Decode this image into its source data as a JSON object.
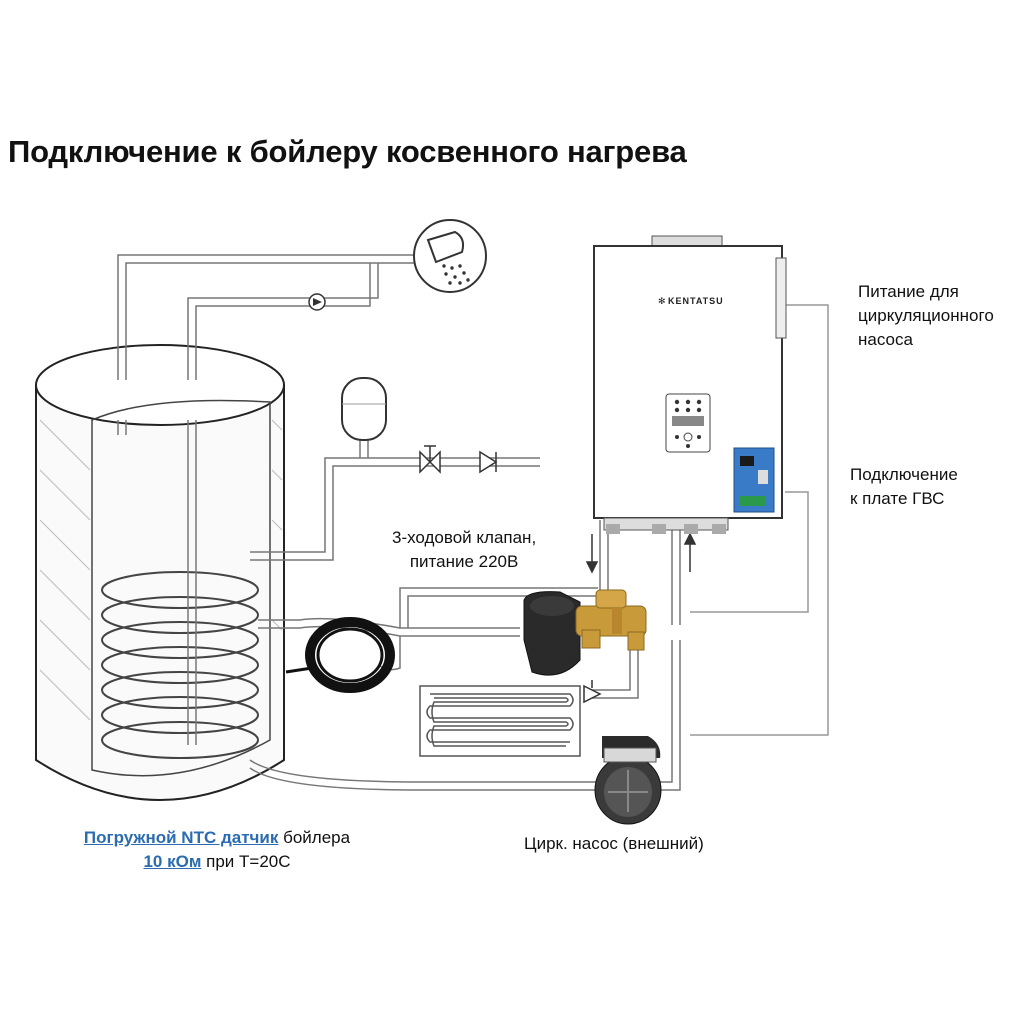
{
  "title": "Подключение к бойлеру косвенного нагрева",
  "boiler_brand": "KENTATSU",
  "labels": {
    "pump_power": [
      "Питание для",
      "циркуляционного",
      "насоса"
    ],
    "dhw_board": [
      "Подключение",
      "к плате ГВС"
    ],
    "valve": [
      "3-ходовой клапан,",
      "питание 220В"
    ],
    "sensor_link": "Погружной NTC датчик",
    "sensor_text": " бойлера",
    "sensor_value_link": "10 кОм",
    "sensor_value_text": " при T=20C",
    "circ_pump": "Цирк. насос (внешний)"
  },
  "colors": {
    "link": "#2b6cb0",
    "pipe": "#7a7a7a",
    "valve_brass": "#c99a3a",
    "pcb": "#3a7bc8"
  }
}
